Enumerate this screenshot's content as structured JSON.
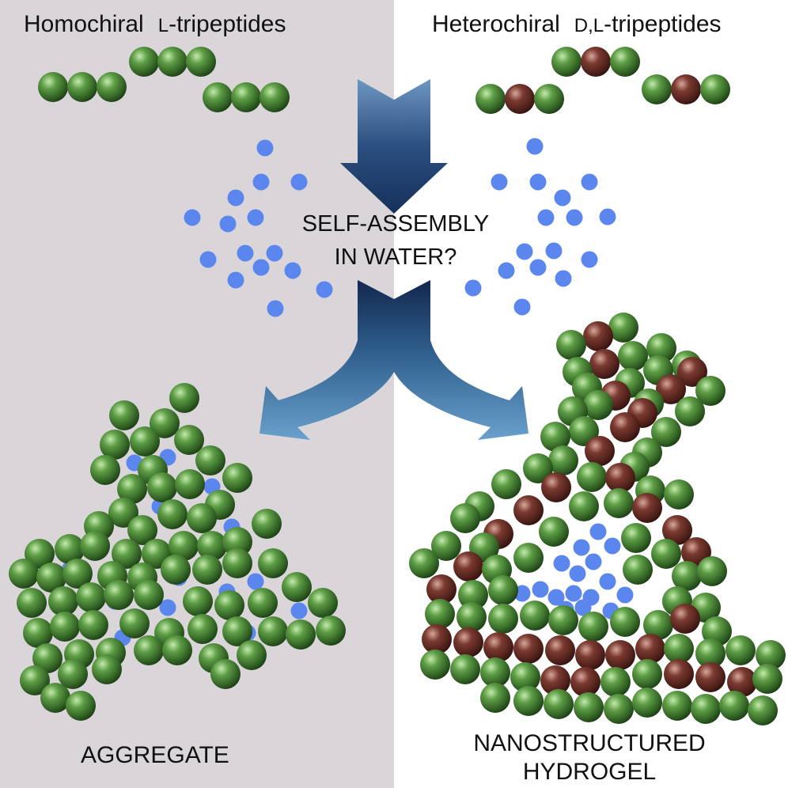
{
  "colors": {
    "left_background": "#d9d5d8",
    "right_background": "#ffffff",
    "l_residue_green": "#4d8a3a",
    "d_residue_maroon": "#6e2f27",
    "water_blue": "#5b86ee",
    "arrow_dark": "#1a2f5a",
    "arrow_light": "#5f95c6"
  },
  "labels": {
    "homochiral_prefix": "Homochiral",
    "homochiral_smallcaps": "L",
    "homochiral_suffix": "-tripeptides",
    "heterochiral_prefix": "Heterochiral",
    "heterochiral_smallcaps": "D,L",
    "heterochiral_suffix": "-tripeptides",
    "question_line1": "SELF-ASSEMBLY",
    "question_line2": "IN WATER?",
    "aggregate": "AGGREGATE",
    "hydrogel_line1": "NANOSTRUCTURED",
    "hydrogel_line2": "HYDROGEL"
  },
  "icons": {
    "l_amino_acid": "green-sphere-icon",
    "d_amino_acid": "maroon-sphere-icon",
    "water_molecule": "blue-dot-icon",
    "process_arrow": "split-arrow-icon"
  }
}
